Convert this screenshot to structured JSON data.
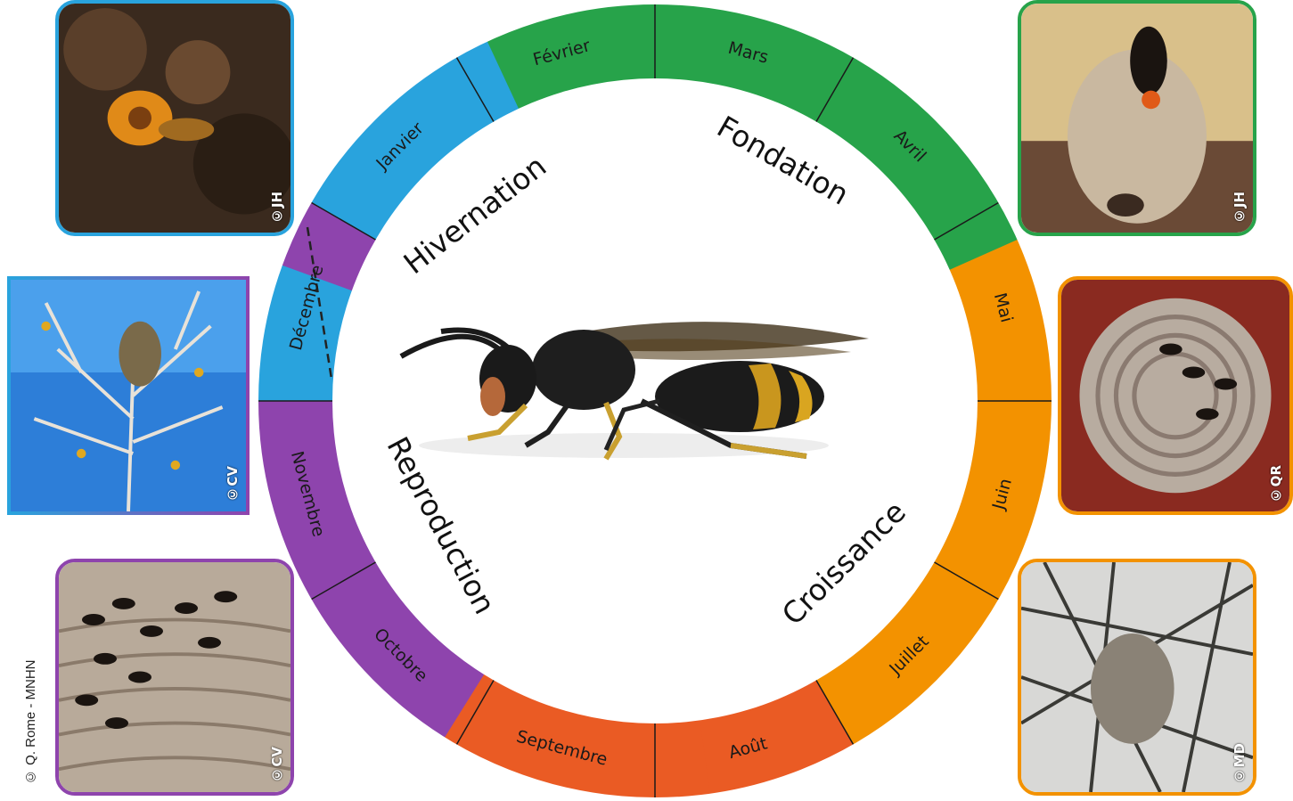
{
  "phases": {
    "hivernation": "Hivernation",
    "fondation": "Fondation",
    "croissance": "Croissance",
    "reproduction": "Reproduction"
  },
  "months": {
    "janvier": "Janvier",
    "fevrier": "Février",
    "mars": "Mars",
    "avril": "Avril",
    "mai": "Mai",
    "juin": "Juin",
    "juillet": "Juillet",
    "aout": "Août",
    "septembre": "Septembre",
    "octobre": "Octobre",
    "novembre": "Novembre",
    "decembre": "Décembre"
  },
  "photos": {
    "janvier_credit": "©JH",
    "decembre_credit": "©CV",
    "novembre_credit": "©CV",
    "avril_credit": "©JH",
    "mai_credit": "©QR",
    "juillet_credit": "©MD"
  },
  "copyright": "© Q. Rome - MNHN",
  "colors": {
    "hivernation": "#29a3dd",
    "fondation": "#27a34a",
    "croissance": "#f39200",
    "reproduction": "#8e44ad",
    "transition": "#ea5b24"
  }
}
